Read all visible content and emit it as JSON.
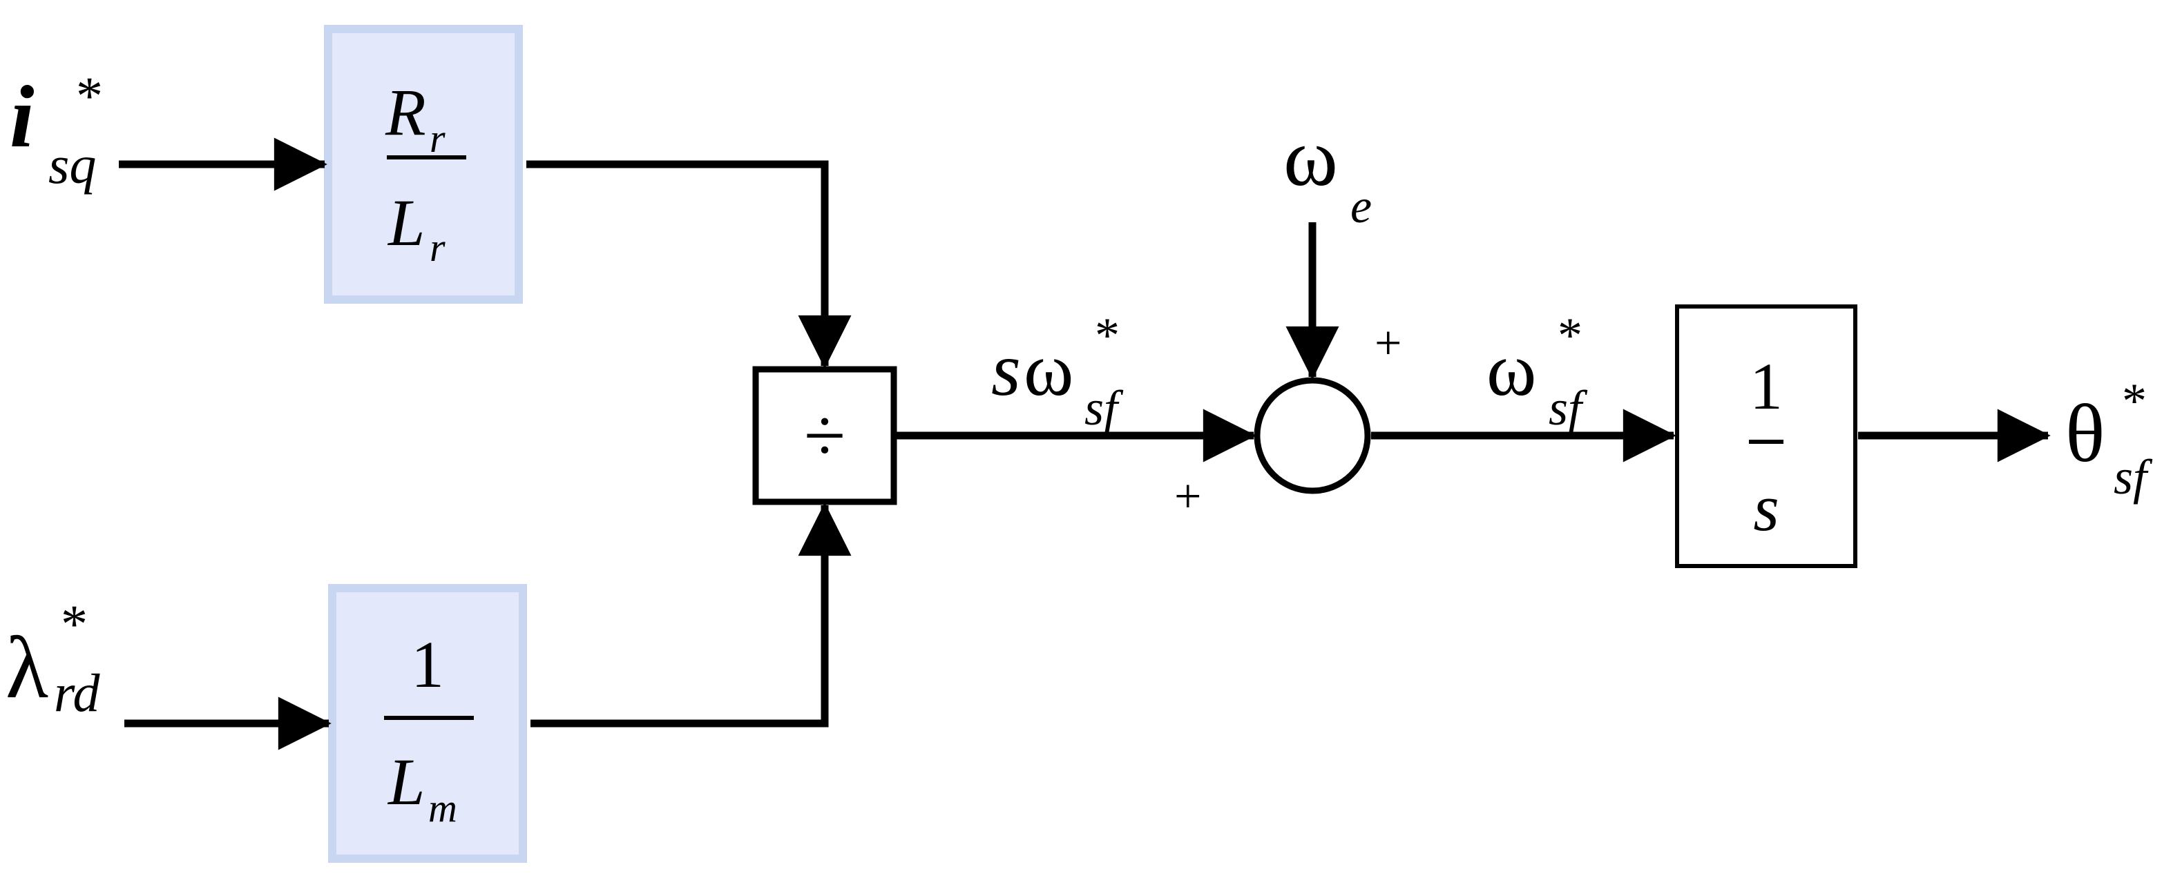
{
  "inputs": {
    "isq": {
      "main": "i",
      "sub": "sq",
      "sup": "*"
    },
    "lambda_rd": {
      "main": "λ",
      "sub": "rd",
      "sup": "*"
    },
    "omega_e": {
      "main": "ω",
      "sub": "e"
    }
  },
  "blocks": {
    "rr_lr": {
      "num_main": "R",
      "num_sub": "r",
      "den_main": "L",
      "den_sub": "r",
      "fill": "#e3e9fb",
      "border": "#c9d6f2"
    },
    "one_lm": {
      "num": "1",
      "den_main": "L",
      "den_sub": "m",
      "fill": "#e3e9fb",
      "border": "#c9d6f2"
    },
    "divide": {
      "symbol": "÷"
    },
    "integrator": {
      "num": "1",
      "den": "s"
    }
  },
  "sum": {
    "plus_top": "+",
    "plus_left": "+"
  },
  "signals": {
    "s_omega_sf": {
      "prefix": "s",
      "main": "ω",
      "sub": "sf",
      "sup": "*"
    },
    "omega_sf": {
      "main": "ω",
      "sub": "sf",
      "sup": "*"
    },
    "theta_sf": {
      "main": "θ",
      "sub": "sf",
      "sup": "*"
    }
  }
}
